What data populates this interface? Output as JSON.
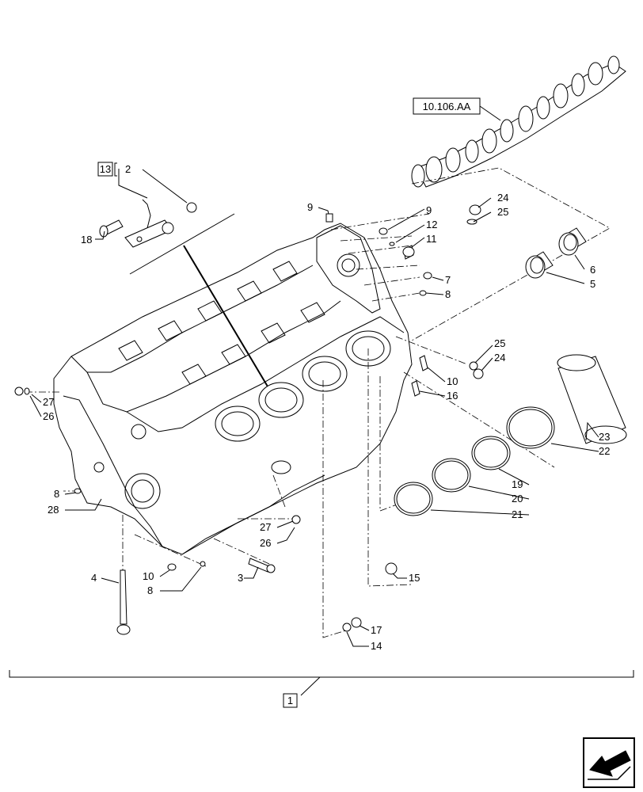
{
  "diagram": {
    "reference_box": "10.106.AA",
    "assembly_ref": "13",
    "main_ref": "1",
    "part_labels": {
      "p2": "2",
      "p18": "18",
      "p9a": "9",
      "p9b": "9",
      "p12": "12",
      "p11": "11",
      "p24a": "24",
      "p25a": "25",
      "p6": "6",
      "p5": "5",
      "p7": "7",
      "p8a": "8",
      "p25b": "25",
      "p24b": "24",
      "p10a": "10",
      "p16": "16",
      "p27a": "27",
      "p26a": "26",
      "p23": "23",
      "p22": "22",
      "p19": "19",
      "p20": "20",
      "p21": "21",
      "p8b": "8",
      "p28": "28",
      "p27b": "27",
      "p26b": "26",
      "p4": "4",
      "p10b": "10",
      "p8c": "8",
      "p3": "3",
      "p15": "15",
      "p17": "17",
      "p14": "14"
    },
    "nav_icon": "next-page-arrow-icon"
  }
}
